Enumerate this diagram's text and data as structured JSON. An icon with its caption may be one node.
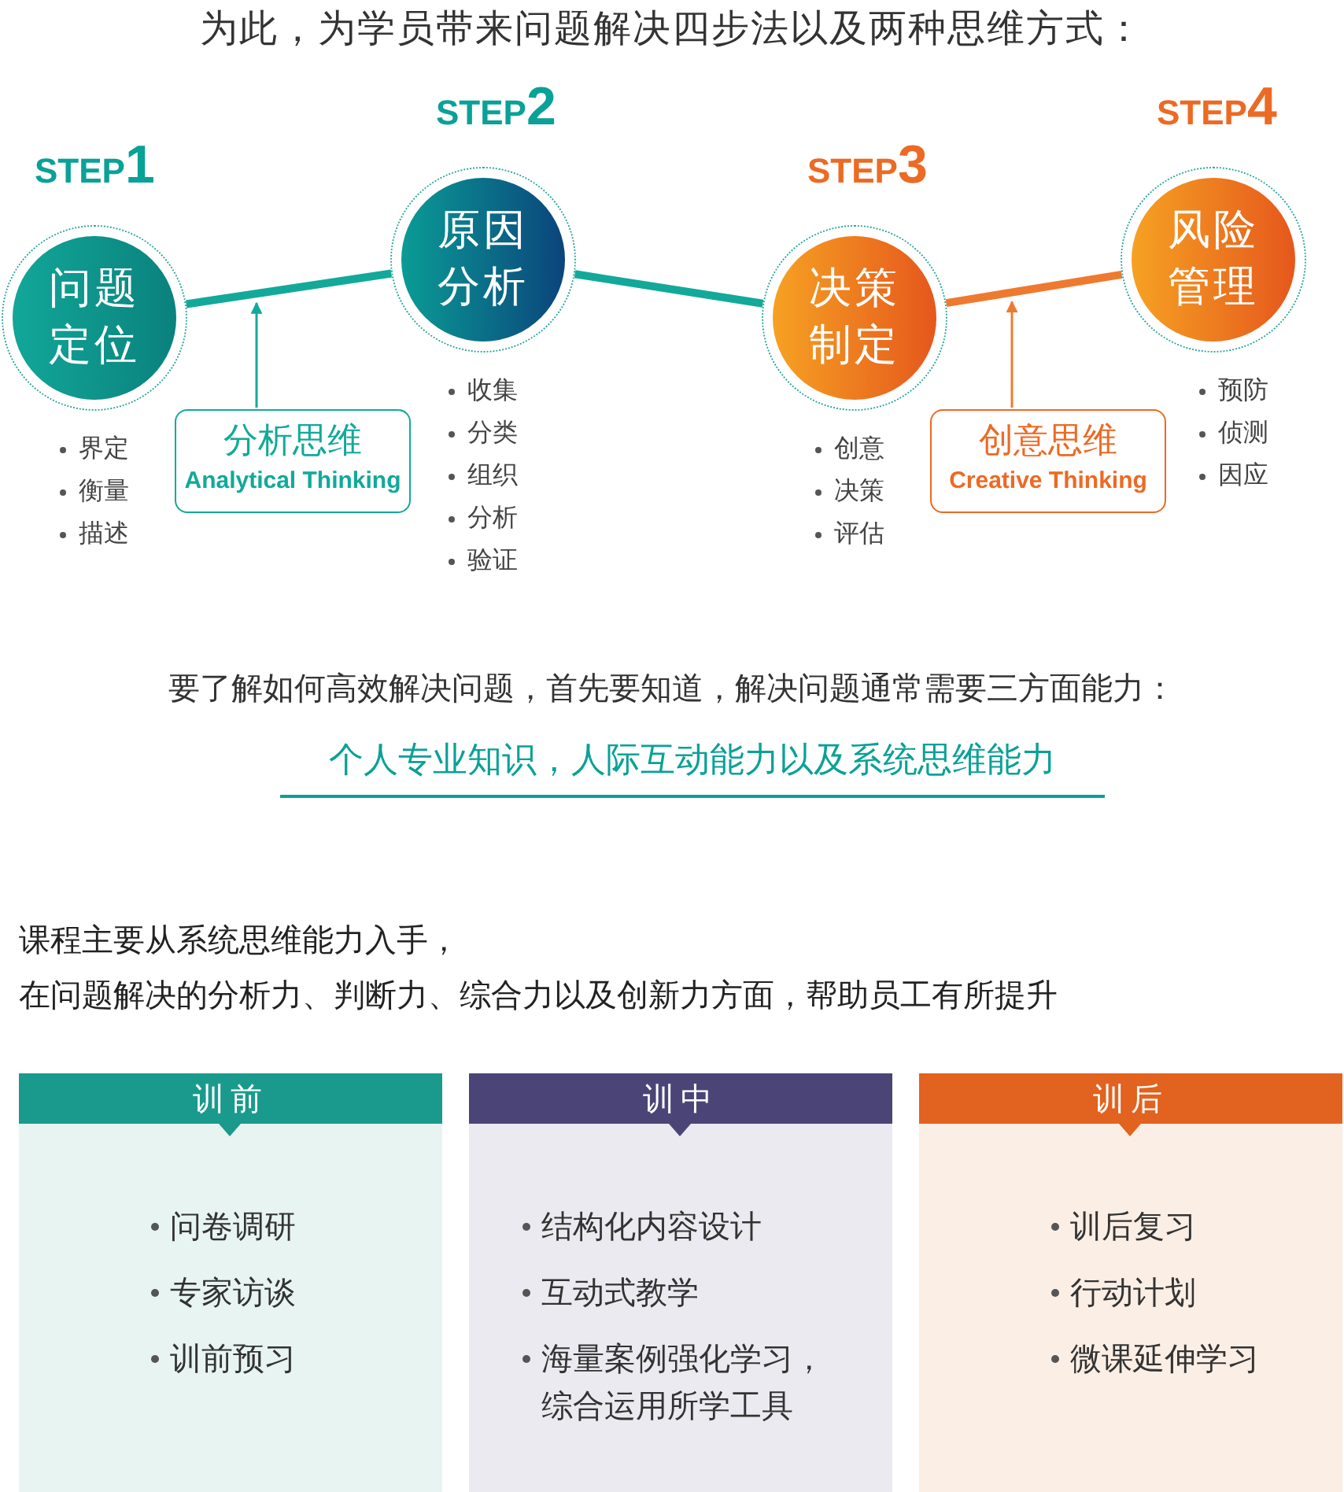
{
  "diagram": {
    "title": "为此，为学员带来问题解决四步法以及两种思维方式：",
    "nodes": [
      {
        "text": [
          "STEP1",
          "问题定位"
        ],
        "beside": [
          "界定",
          "衡量",
          "描述"
        ]
      },
      {
        "text": [
          "STEP2",
          "原因分析"
        ],
        "beside": [
          "收集",
          "分类",
          "组织",
          "分析",
          "验证"
        ]
      },
      {
        "text": [
          "STEP3",
          "决策制定"
        ],
        "beside": [
          "创意",
          "决策",
          "评估"
        ]
      },
      {
        "text": [
          "STEP4",
          "风险管理"
        ],
        "beside": [
          "预防",
          "侦测",
          "因应"
        ]
      },
      {
        "text": [
          "分析思维",
          "Analytical Thinking"
        ]
      },
      {
        "text": [
          "创意思维",
          "Creative Thinking"
        ]
      },
      {
        "text": [
          "训前",
          "问卷调研",
          "专家访谈",
          "训前预习"
        ]
      },
      {
        "text": [
          "训中",
          "结构化内容设计",
          "互动式教学",
          "海量案例强化学习，综合运用所学工具"
        ]
      },
      {
        "text": [
          "训后",
          "训后复习",
          "行动计划",
          "微课延伸学习"
        ]
      }
    ],
    "edges": [
      {
        "from": 0,
        "to": 1,
        "arrow": "none"
      },
      {
        "from": 1,
        "to": 2,
        "arrow": "none"
      },
      {
        "from": 2,
        "to": 3,
        "arrow": "none",
        "color": "#ee7a30"
      },
      {
        "from": 4,
        "to": null,
        "arrow": "to"
      },
      {
        "from": 5,
        "to": null,
        "arrow": "to",
        "color": "#ee7a30"
      }
    ],
    "labels": [
      "要了解如何高效解决问题，首先要知道，解决问题通常需要三方面能力：",
      "个人专业知识，人际互动能力以及系统思维能力",
      "课程主要从系统思维能力入手，",
      "在问题解决的分析力、判断力、综合力以及创新力方面，帮助员工有所提升"
    ]
  }
}
